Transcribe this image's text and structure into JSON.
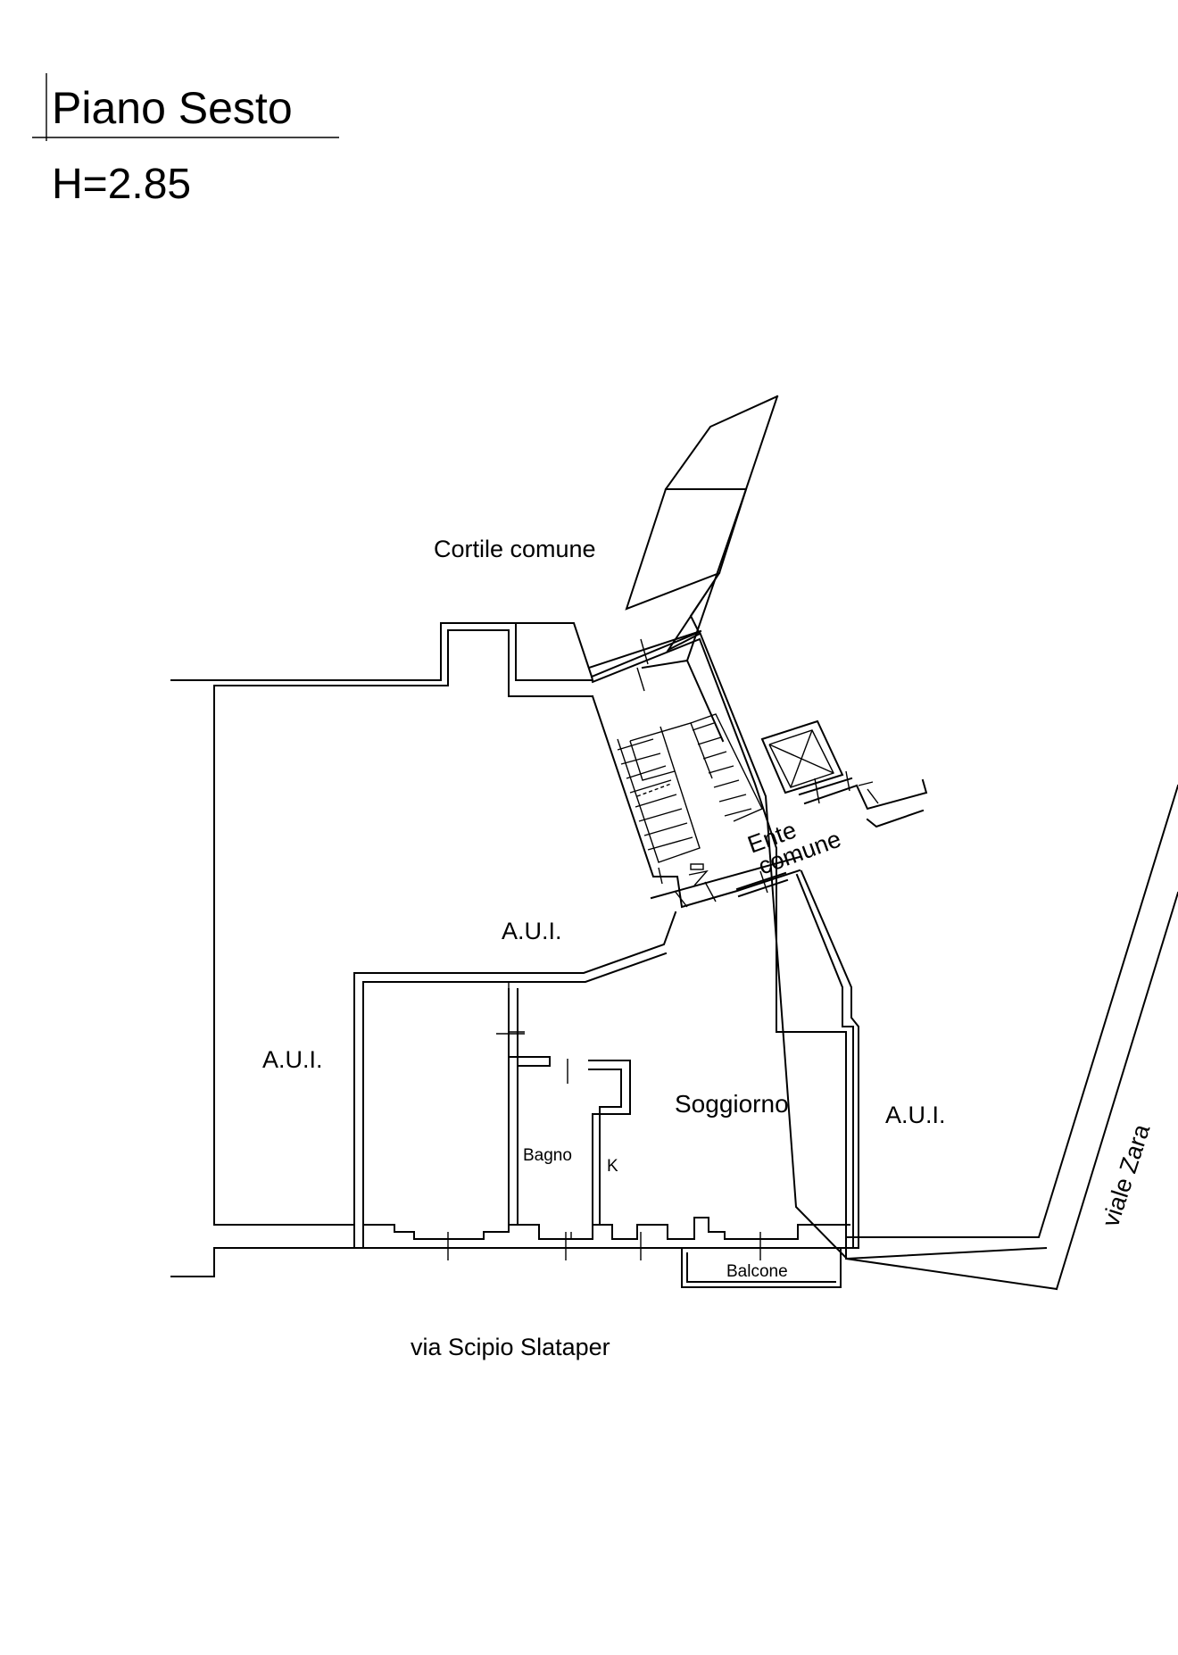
{
  "header": {
    "floor_title": "Piano Sesto",
    "height_label": "H=2.85"
  },
  "labels": {
    "courtyard": "Cortile comune",
    "aui_top": "A.U.I.",
    "aui_left": "A.U.I.",
    "aui_right": "A.U.I.",
    "living_room": "Soggiorno",
    "bathroom": "Bagno",
    "kitchen": "K",
    "balcony": "Balcone",
    "common_area_line1": "Ente",
    "common_area_line2": "comune",
    "street_south": "via Scipio Slataper",
    "street_east": "viale Zara"
  },
  "colors": {
    "line": "#000000",
    "background": "#ffffff"
  }
}
